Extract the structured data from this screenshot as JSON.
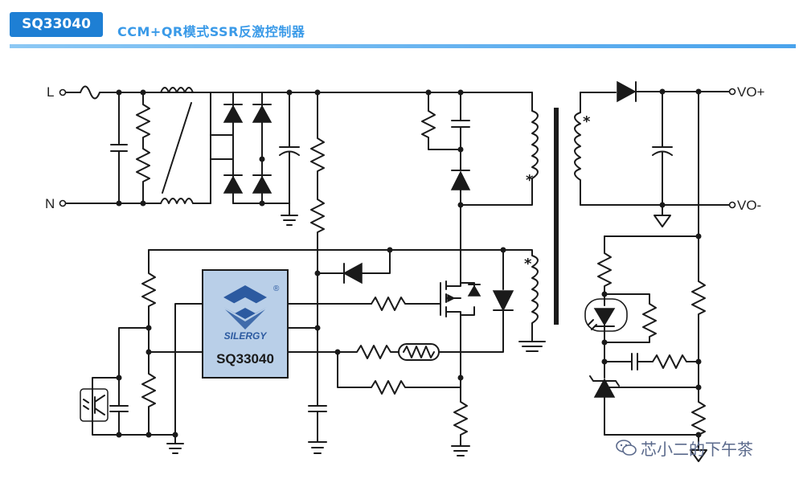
{
  "header": {
    "badge": "SQ33040",
    "title": "CCM+QR模式SSR反激控制器"
  },
  "terminals": {
    "line": "L",
    "neutral": "N",
    "vout_pos": "VO+",
    "vout_neg": "VO-"
  },
  "chip": {
    "logo_text": "SILERGY",
    "registered": "®",
    "part_number": "SQ33040"
  },
  "watermark": "芯小二的下午茶",
  "colors": {
    "accent": "#1e7fd4",
    "chip_fill": "#b9cfe8",
    "logo_blue": "#2c5aa0"
  }
}
